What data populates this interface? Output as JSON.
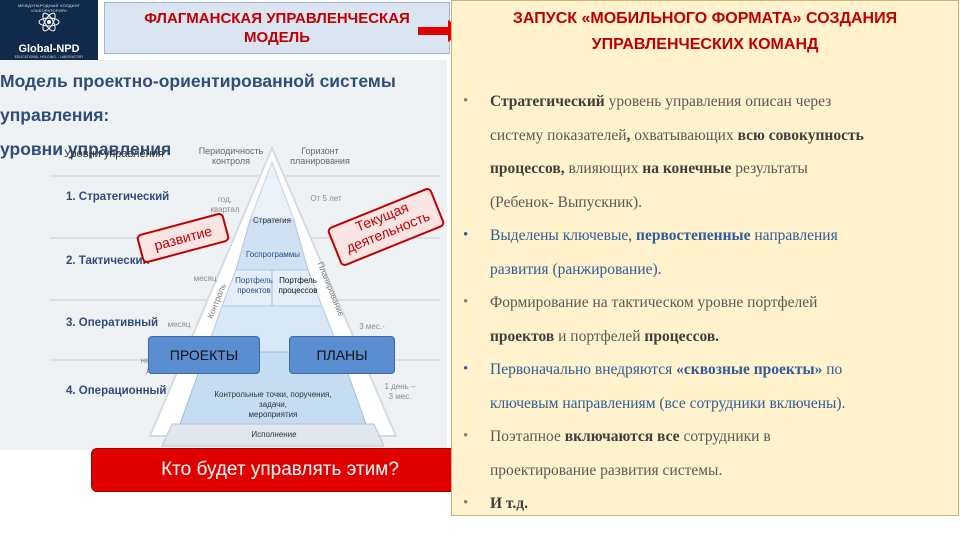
{
  "logo": {
    "top_text": "МЕЖДУНАРОДНЫЙ ХОЛДИНГ «ЛАБОРАТОРИЯ»",
    "name": "Global-NPD",
    "subtitle": "EDUCATIONAL HOLDING – LABORATORY"
  },
  "header": {
    "line1": "ФЛАГМАНСКАЯ УПРАВЛЕНЧЕСКАЯ",
    "line2": "МОДЕЛЬ"
  },
  "left_slide": {
    "title_line1": "Модель проектно-ориентированной системы управления:",
    "title_line2": "уровни управления",
    "col_levels": "Уровни управления",
    "col_period_1": "Периодичность",
    "col_period_2": "контроля",
    "col_horizon_1": "Горизонт",
    "col_horizon_2": "планирования",
    "levels": [
      "1. Стратегический",
      "2. Тактический",
      "3. Оперативный",
      "4. Операционный"
    ],
    "period_strategic_1": "год,",
    "period_strategic_2": "квартал",
    "horizon_strategic": "От 5 лет",
    "period_tactical": "месяц",
    "period_operative": "месяц",
    "period_oper_1": "неделя,",
    "period_oper_2": "день",
    "horizon_operative": "3 мес.-",
    "horizon_oper_1": "1 день –",
    "horizon_oper_2": "3 мес.",
    "pyr_strategy": "Стратегия",
    "pyr_programs": "Госпрограммы",
    "pyr_portfolio_projects_1": "Портфель",
    "pyr_portfolio_projects_2": "проектов",
    "pyr_portfolio_processes_1": "Портфель",
    "pyr_portfolio_processes_2": "процессов",
    "pyr_checkpoints_1": "Контрольные точки, поручения, задачи,",
    "pyr_checkpoints_2": "мероприятия",
    "pyr_execution": "Исполнение",
    "side_control": "Контроль",
    "side_planning": "Планирование"
  },
  "tags": {
    "development": "развитие",
    "current_1": "Текущая",
    "current_2": "деятельность"
  },
  "buttons": {
    "projects": "ПРОЕКТЫ",
    "plans": "ПЛАНЫ",
    "who": "Кто будет управлять этим?"
  },
  "right_panel": {
    "title_line1": "ЗАПУСК «МОБИЛЬНОГО ФОРМАТА» СОЗДАНИЯ",
    "title_line2": "УПРАВЛЕНЧЕСКИХ КОМАНД",
    "bullets": [
      {
        "b1": "Стратегический",
        "t1": " уровень управления описан через",
        "t2": "систему показателей",
        "b2": ",",
        "t3": " охватывающих ",
        "b3": "всю совокупность",
        "b4": "процессов,",
        "t4": " влияющих ",
        "b5": "на конечные",
        "t5": " результаты",
        "t6": "(Ребенок- Выпускник)."
      },
      {
        "t1": "Выделены ключевые, ",
        "b1": "первостепенные",
        "t2": " направления",
        "t3": "развития (ранжирование)."
      },
      {
        "t1": "Формирование на тактическом уровне портфелей",
        "b1": "проектов",
        "t2": " и портфелей ",
        "b2": "процессов."
      },
      {
        "t1": "Первоначально внедряются ",
        "b1": "«сквозные проекты»",
        "t2": "  по",
        "t3": "ключевым направлениям  (все сотрудники включены)."
      },
      {
        "t1": "Поэтапное ",
        "b1": "включаются все",
        "t2": " сотрудники в",
        "t3": "проектирование развития системы."
      },
      {
        "b1": "И т.д."
      }
    ]
  },
  "colors": {
    "accent_red": "#c00000",
    "button_red": "#e00000",
    "panel_yellow": "#fff2cc",
    "header_blue": "#dbe5f1",
    "button_blue": "#5b8ed1"
  }
}
